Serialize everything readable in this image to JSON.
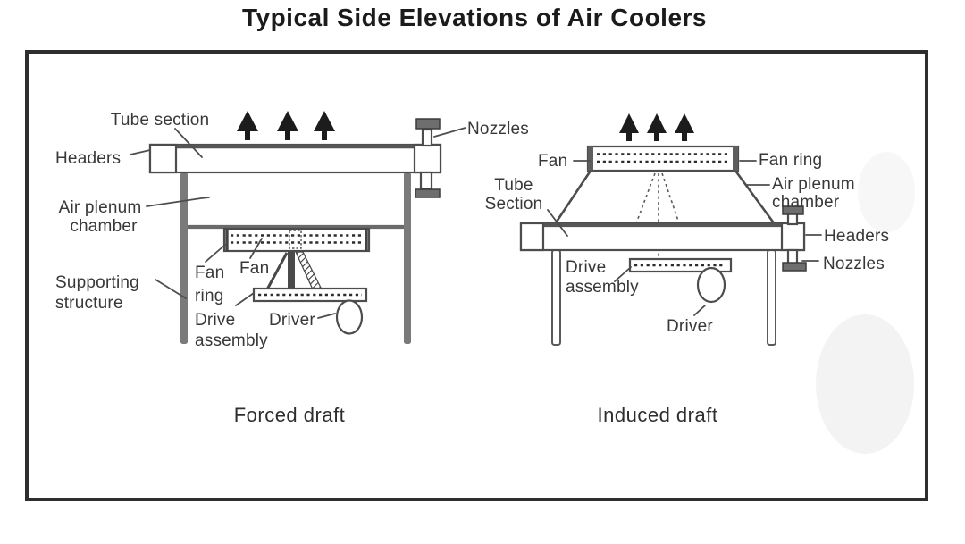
{
  "title": "Typical Side Elevations of Air Coolers",
  "forced": {
    "caption": "Forced draft",
    "labels": {
      "tube_section": "Tube section",
      "headers": "Headers",
      "air_plenum": [
        "Air plenum",
        "chamber"
      ],
      "supporting": [
        "Supporting",
        "structure"
      ],
      "fan_ring": [
        "Fan",
        "ring"
      ],
      "fan": "Fan",
      "drive_assembly": [
        "Drive",
        "assembly"
      ],
      "driver": "Driver",
      "nozzles": "Nozzles"
    }
  },
  "induced": {
    "caption": "Induced draft",
    "labels": {
      "fan": "Fan",
      "fan_ring": "Fan ring",
      "tube_section": [
        "Tube",
        "Section"
      ],
      "air_plenum": [
        "Air plenum",
        "chamber"
      ],
      "headers": "Headers",
      "nozzles": "Nozzles",
      "drive_assembly": [
        "Drive",
        "assembly"
      ],
      "driver": "Driver"
    }
  },
  "colors": {
    "frame_border": "#2e2e2e",
    "line": "#4d4d4d",
    "text": "#383838",
    "arrow": "#1c1c1c",
    "support_gray": "#7a7a7a"
  }
}
